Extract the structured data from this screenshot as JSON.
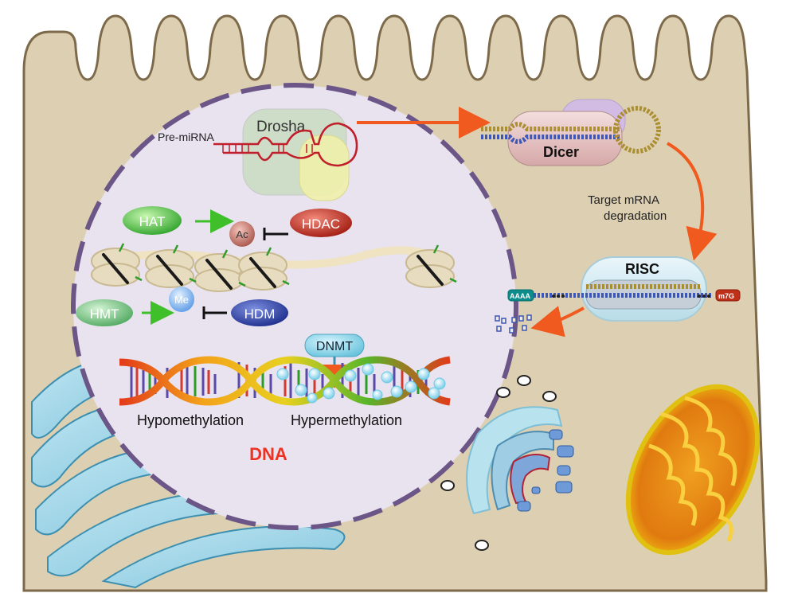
{
  "nucleus": {
    "pre_mirna_label": "Pre-miRNA",
    "drosha_label": "Drosha",
    "hat_label": "HAT",
    "ac_label": "Ac",
    "hdac_label": "HDAC",
    "hmt_label": "HMT",
    "me_label": "Me",
    "hdm_label": "HDM",
    "dnmt_label": "DNMT",
    "hypomethylation_label": "Hypomethylation",
    "hypermethylation_label": "Hypermethylation",
    "dna_label": "DNA"
  },
  "cytoplasm": {
    "dicer_label": "Dicer",
    "target_line1": "Target mRNA",
    "target_line2": "degradation",
    "risc_label": "RISC",
    "polya_label": "AAAA",
    "cap_label": "m7G"
  },
  "colors": {
    "cell_fill": "#ddd0b2",
    "cell_stroke": "#7d6a4a",
    "nucleus_fill": "#e8e3ef",
    "nucleus_dash": "#6b5687",
    "arrow_orange": "#f05a1e",
    "arrow_green": "#3fbf2a",
    "dna_label": "#ee3322"
  }
}
